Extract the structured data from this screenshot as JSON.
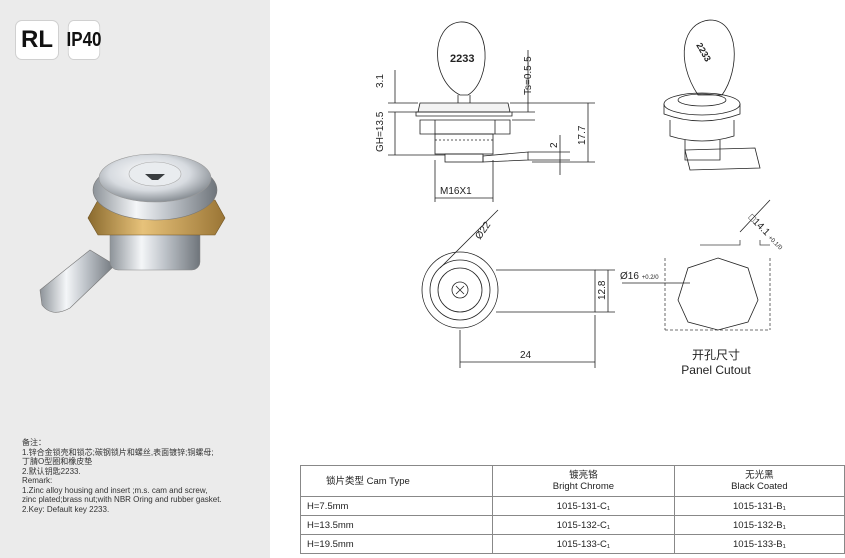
{
  "badges": {
    "model": "RL",
    "rating": "IP40"
  },
  "drawing_labels": {
    "key_number": "2233",
    "dim_3_1": "3.1",
    "dim_gh": "GH=13.5",
    "dim_ts": "Ts=0.5-5",
    "dim_2": "2",
    "dim_17_7": "17.7",
    "dim_thread": "M16X1",
    "dim_dia22": "Ø22",
    "dim_12_8": "12.8",
    "dim_24": "24",
    "dim_cutout_dia": "Ø16",
    "dim_cutout_dia_tol": "+0.2/0",
    "dim_cutout_sq": "□14.1",
    "dim_cutout_sq_tol": "+0.1/0"
  },
  "panel_cutout": {
    "label_cn": "开孔尺寸",
    "label_en": "Panel Cutout"
  },
  "notes": {
    "heading": "备注：",
    "cn_1": "1.锌合金锁壳和锁芯;碳钢锁片和螺丝,表面镀锌;铜螺母;",
    "cn_1b": "丁腈O型圈和橡皮垫",
    "cn_2": "2.默认钥匙2233.",
    "remark": "Remark:",
    "en_1": "1.Zinc alloy housing and insert ;m.s. cam and screw,",
    "en_1b": "zinc plated;brass nut;with NBR Oring and rubber gasket.",
    "en_2": "2.Key: Default key 2233."
  },
  "table": {
    "col1_header": "锁片类型 Cam Type",
    "col2_header_cn": "镀亮铬",
    "col2_header_en": "Bright Chrome",
    "col3_header_cn": "无光黑",
    "col3_header_en": "Black Coated",
    "rows": [
      {
        "cam": "H=7.5mm",
        "chrome": "1015-131-C₁",
        "black": "1015-131-B₁"
      },
      {
        "cam": "H=13.5mm",
        "chrome": "1015-132-C₁",
        "black": "1015-132-B₁"
      },
      {
        "cam": "H=19.5mm",
        "chrome": "1015-133-C₁",
        "black": "1015-133-B₁"
      }
    ]
  },
  "colors": {
    "left_panel_bg": "#ebebeb",
    "brass": "#c9a15a",
    "chrome": "#cfd3d8"
  }
}
